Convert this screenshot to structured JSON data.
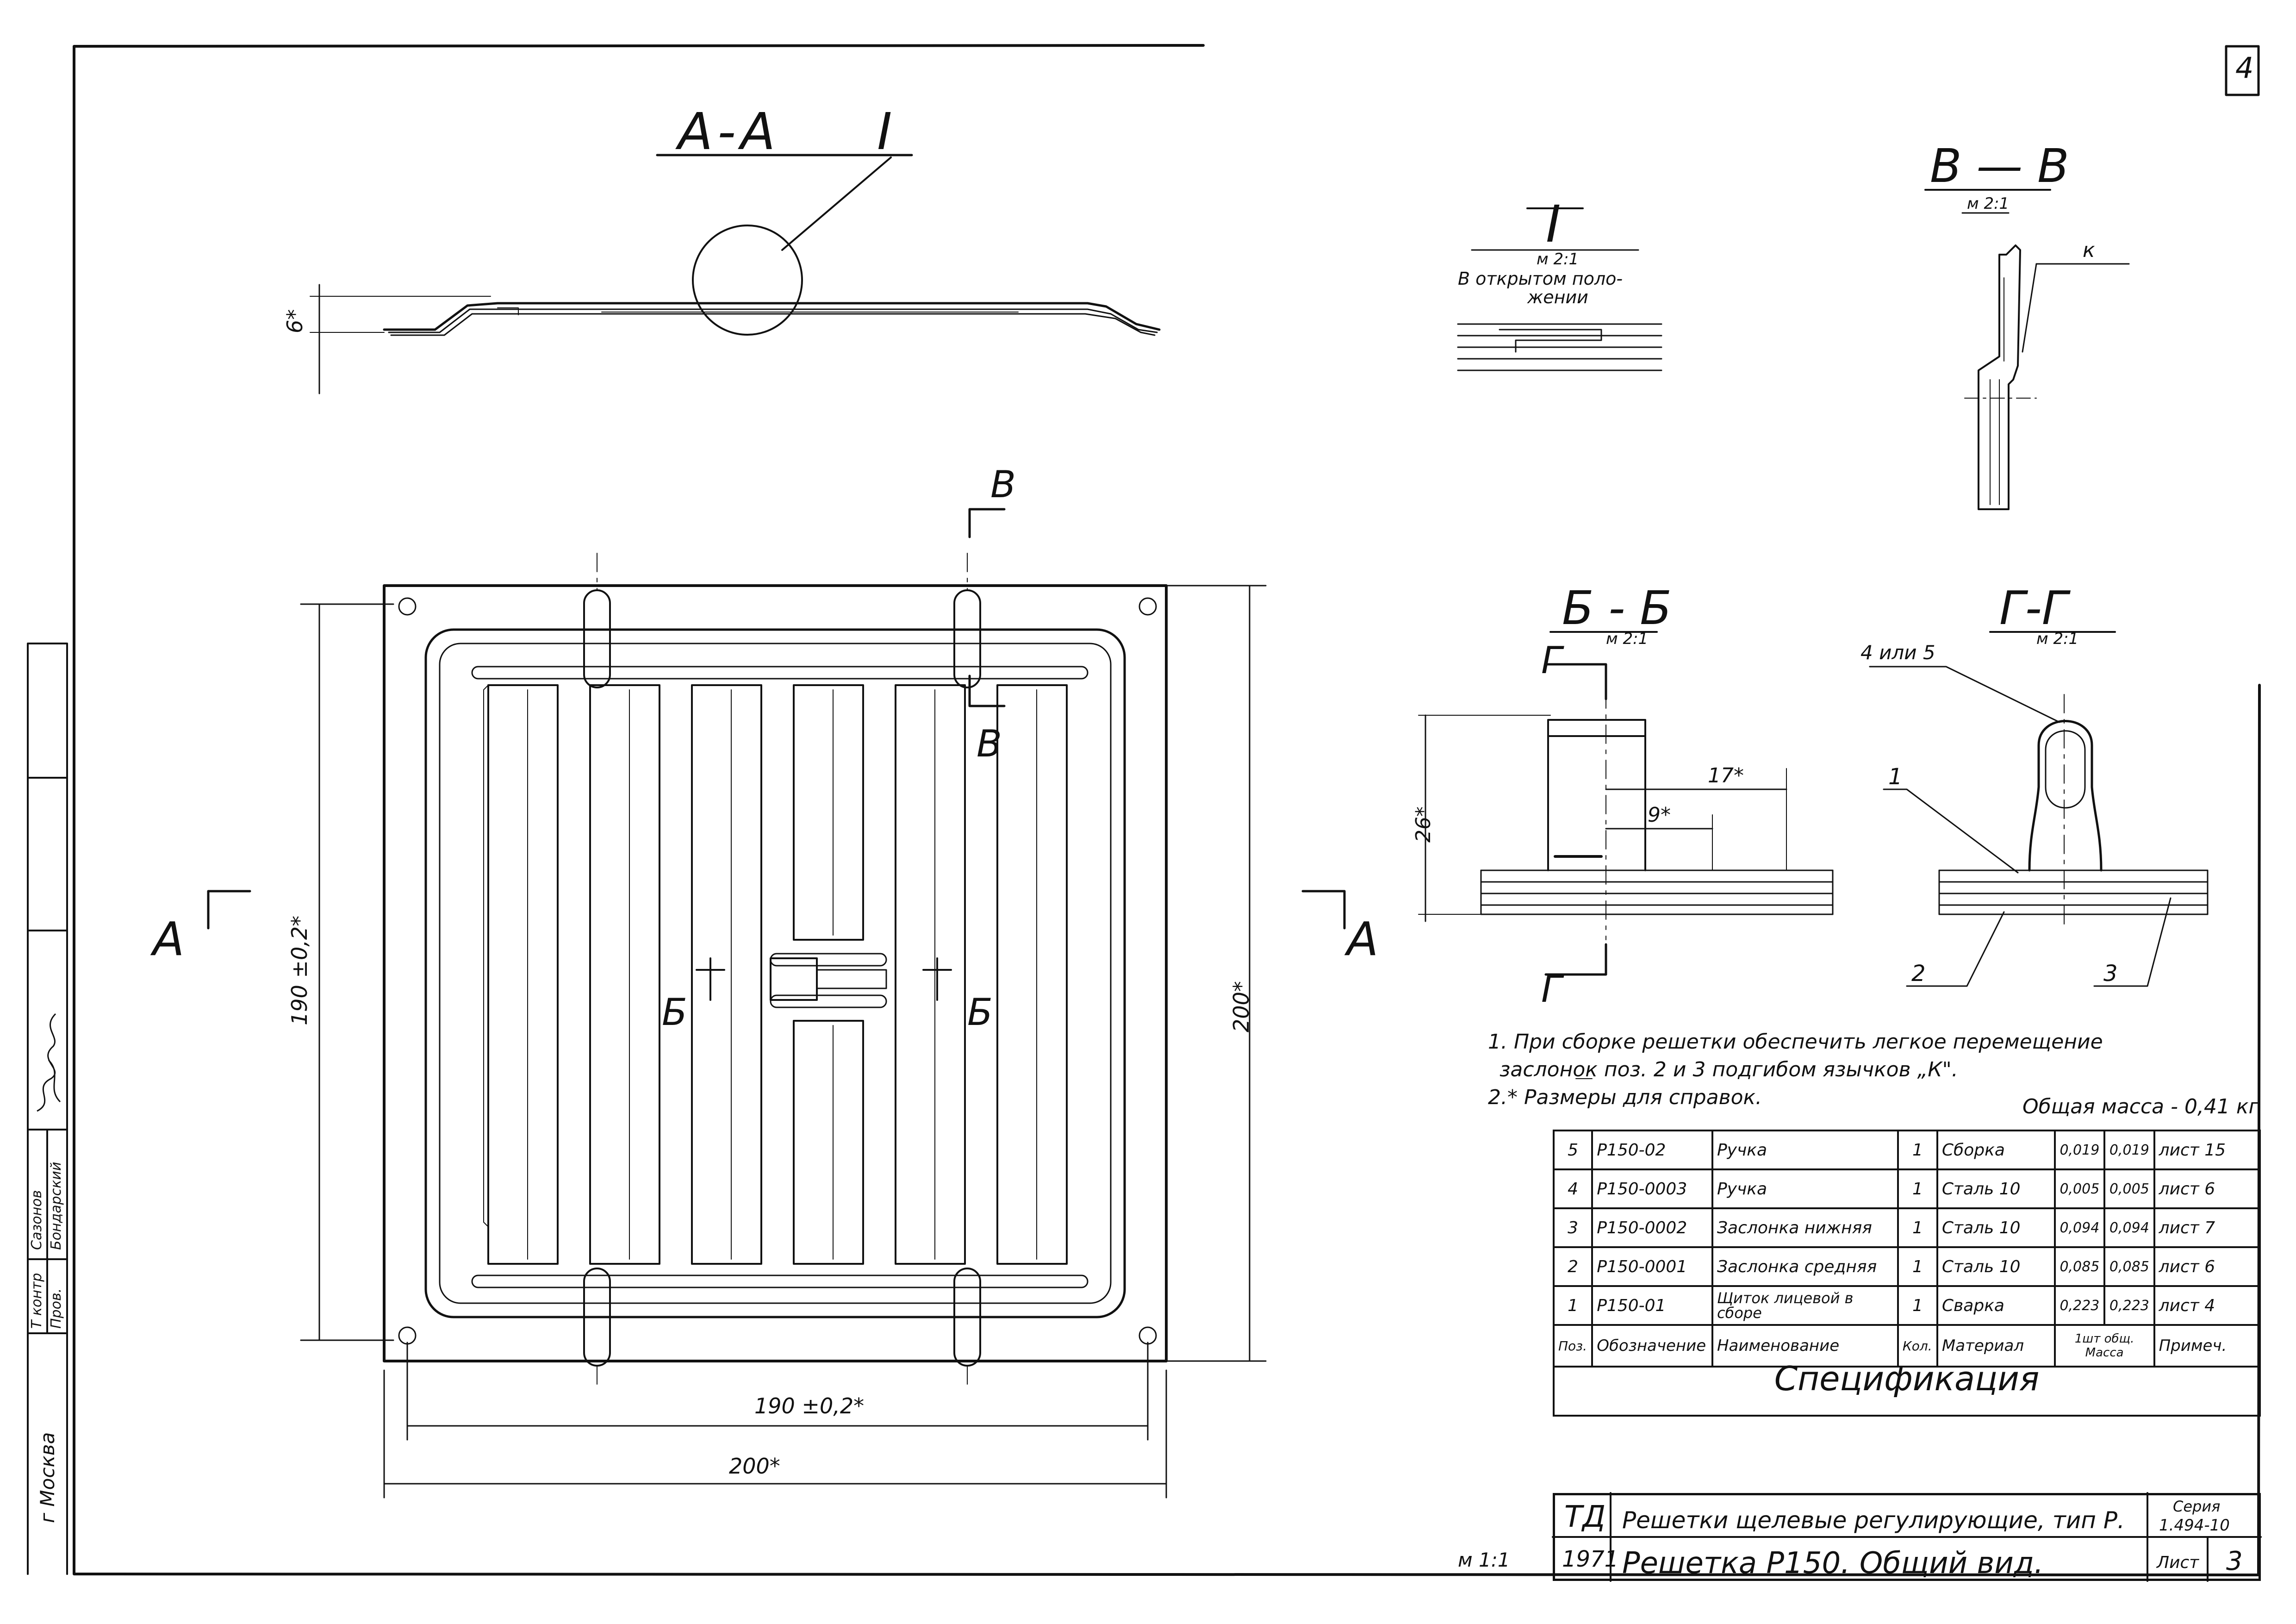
{
  "sheet_number": "4",
  "section_aa": {
    "title": "A-A",
    "mark": "I",
    "dim": "6*"
  },
  "detail_i": {
    "mark": "I",
    "scale": "м 2:1",
    "caption_1": "В открытом поло-",
    "caption_2": "жении"
  },
  "section_vv": {
    "title": "В — В",
    "scale": "м 2:1",
    "label_k": "к"
  },
  "section_bb": {
    "title": "Б - Б",
    "scale": "м 2:1",
    "cut": "Г",
    "dim_height": "26*",
    "dim_17": "17*",
    "dim_9": "9*"
  },
  "section_gg": {
    "title": "Г-Г",
    "scale": "м 2:1",
    "callout_45": "4 или 5",
    "callout_1": "1",
    "callout_2": "2",
    "callout_3": "3"
  },
  "plan": {
    "cut_a_left": "А",
    "cut_a_right": "А",
    "cut_b_left": "Б",
    "cut_b_right": "Б",
    "cut_v_top": "В",
    "cut_v_mid": "В",
    "dim_height_inner": "190 ±0,2*",
    "dim_height_outer": "200*",
    "dim_width_inner": "190 ±0,2*",
    "dim_width_outer": "200*"
  },
  "notes": {
    "line_1": "1. При сборке решетки обеспечить легкое перемещение",
    "line_2": "заслонок поз. 2 и 3 подгибом язычков „К\".",
    "line_3": "2.* Размеры для справок.",
    "mass": "Общая масса - 0,41 кг"
  },
  "spec_table": {
    "rows": [
      {
        "pos": "5",
        "code": "Р150-02",
        "name": "Ручка",
        "qty": "1",
        "material": "Сборка",
        "m1": "0,019",
        "m2": "0,019",
        "note": "лист 15"
      },
      {
        "pos": "4",
        "code": "Р150-0003",
        "name": "Ручка",
        "qty": "1",
        "material": "Сталь 10",
        "m1": "0,005",
        "m2": "0,005",
        "note": "лист 6"
      },
      {
        "pos": "3",
        "code": "Р150-0002",
        "name": "Заслонка нижняя",
        "qty": "1",
        "material": "Сталь 10",
        "m1": "0,094",
        "m2": "0,094",
        "note": "лист 7"
      },
      {
        "pos": "2",
        "code": "Р150-0001",
        "name": "Заслонка средняя",
        "qty": "1",
        "material": "Сталь 10",
        "m1": "0,085",
        "m2": "0,085",
        "note": "лист 6"
      },
      {
        "pos": "1",
        "code": "Р150-01",
        "name": "Щиток лицевой в сборе",
        "qty": "1",
        "material": "Сварка",
        "m1": "0,223",
        "m2": "0,223",
        "note": "лист 4"
      }
    ],
    "header": {
      "pos": "Поз.",
      "code": "Обозначение",
      "name": "Наименование",
      "qty": "Кол.",
      "material": "Материал",
      "mass_1": "1шт",
      "mass_2": "общ.",
      "mass": "Масса",
      "note": "Примеч."
    },
    "title": "Спецификация"
  },
  "title_block": {
    "td": "ТД",
    "year": "1971",
    "line_1": "Решетки щелевые регулирующие, тип Р.",
    "line_2": "Решетка Р150. Общий вид.",
    "series_label": "Серия",
    "series": "1.494-10",
    "sheet_label": "Лист",
    "sheet": "3",
    "scale": "м 1:1"
  },
  "margin_stamp": {
    "city": "г Москва",
    "role_1": "Т контр",
    "role_2": "Пров.",
    "name_1": "Сазонов",
    "name_2": "Бондарский"
  }
}
